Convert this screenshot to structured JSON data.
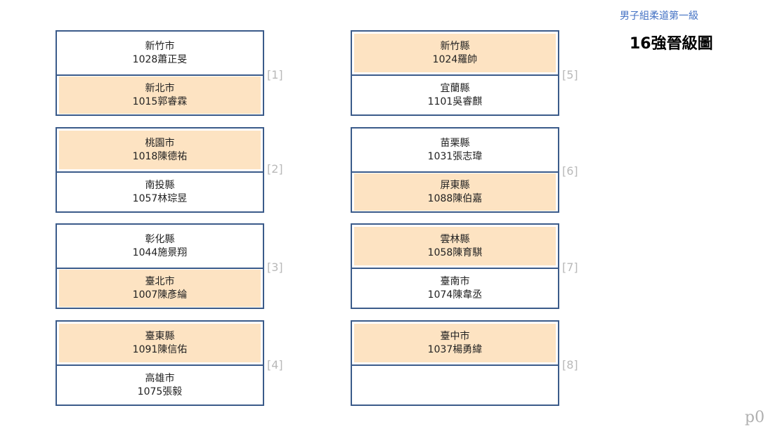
{
  "header": {
    "subtitle": "男子組柔道第一級",
    "title": "16強晉級圖"
  },
  "colors": {
    "box_border": "#3b5b8a",
    "winner_fill": "#fde3c2",
    "subtitle": "#4472c4",
    "match_number": "#b9b9b9"
  },
  "matches": [
    {
      "number": "[1]",
      "top": {
        "team": "新竹市",
        "player": "1028蕭正旻",
        "winner": false
      },
      "bottom": {
        "team": "新北市",
        "player": "1015郭睿霖",
        "winner": true
      }
    },
    {
      "number": "[2]",
      "top": {
        "team": "桃園市",
        "player": "1018陳德祐",
        "winner": true
      },
      "bottom": {
        "team": "南投縣",
        "player": "1057林琮昱",
        "winner": false
      }
    },
    {
      "number": "[3]",
      "top": {
        "team": "彰化縣",
        "player": "1044施景翔",
        "winner": false
      },
      "bottom": {
        "team": "臺北市",
        "player": "1007陳彥綸",
        "winner": true
      }
    },
    {
      "number": "[4]",
      "top": {
        "team": "臺東縣",
        "player": "1091陳信佑",
        "winner": true
      },
      "bottom": {
        "team": "高雄市",
        "player": "1075張毅",
        "winner": false
      }
    },
    {
      "number": "[5]",
      "top": {
        "team": "新竹縣",
        "player": "1024羅帥",
        "winner": true
      },
      "bottom": {
        "team": "宜蘭縣",
        "player": "1101吳睿麒",
        "winner": false
      }
    },
    {
      "number": "[6]",
      "top": {
        "team": "苗栗縣",
        "player": "1031張志瑋",
        "winner": false
      },
      "bottom": {
        "team": "屏東縣",
        "player": "1088陳伯嘉",
        "winner": true
      }
    },
    {
      "number": "[7]",
      "top": {
        "team": "雲林縣",
        "player": "1058陳育騏",
        "winner": true
      },
      "bottom": {
        "team": "臺南市",
        "player": "1074陳韋丞",
        "winner": false
      }
    },
    {
      "number": "[8]",
      "top": {
        "team": "臺中市",
        "player": "1037楊勇緯",
        "winner": true
      },
      "bottom": {
        "team": "",
        "player": "",
        "winner": false
      }
    }
  ],
  "footer": {
    "page_label": "p0"
  }
}
